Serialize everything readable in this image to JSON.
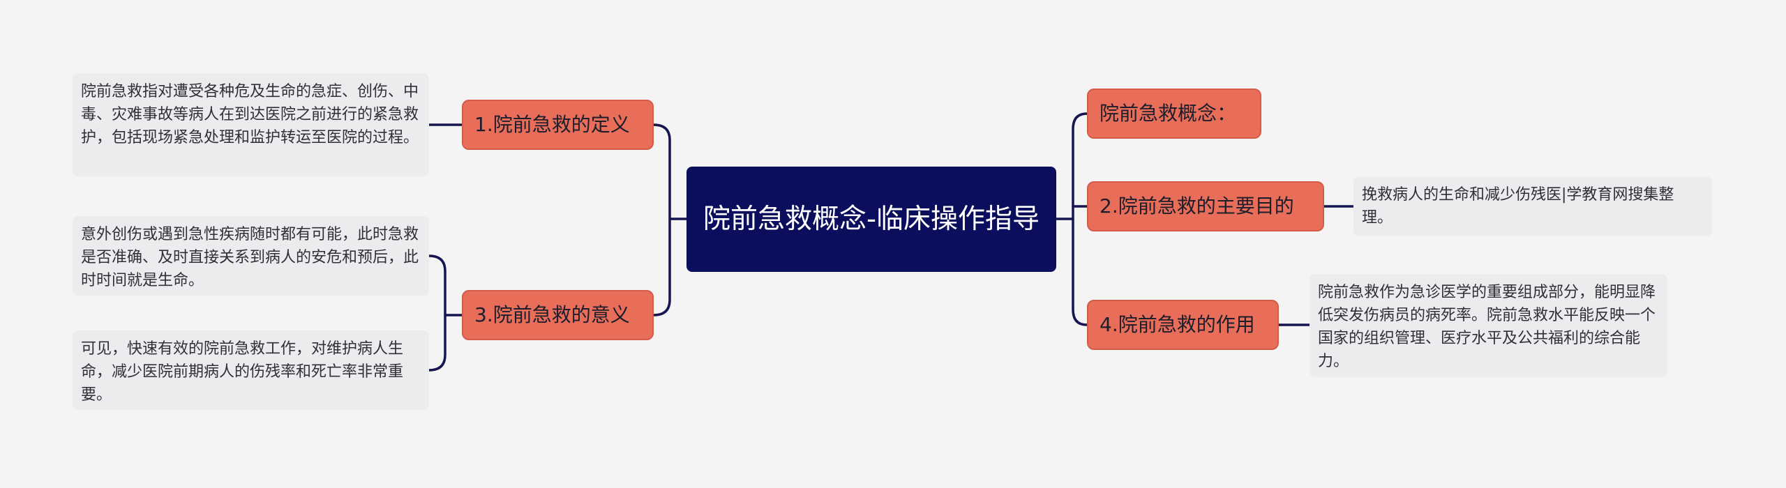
{
  "root": {
    "title": "院前急救概念-临床操作指导"
  },
  "topics": {
    "definition": {
      "label": "1.院前急救的定义"
    },
    "significance": {
      "label": "3.院前急救的意义"
    },
    "concept": {
      "label": "院前急救概念："
    },
    "purpose": {
      "label": "2.院前急救的主要目的"
    },
    "role": {
      "label": "4.院前急救的作用"
    }
  },
  "leaves": {
    "definition_text": "院前急救指对遭受各种危及生命的急症、创伤、中毒、灾难事故等病人在到达医院之前进行的紧急救护，包括现场紧急处理和监护转运至医院的过程。",
    "significance_text_1": "意外创伤或遇到急性疾病随时都有可能，此时急救是否准确、及时直接关系到病人的安危和预后，此时时间就是生命。",
    "significance_text_2": "可见，快速有效的院前急救工作，对维护病人生命，减少医院前期病人的伤残率和死亡率非常重要。",
    "purpose_text": "挽救病人的生命和减少伤残医|学教育网搜集整理。",
    "role_text": "院前急救作为急诊医学的重要组成部分，能明显降低突发伤病员的病死率。院前急救水平能反映一个国家的组织管理、医疗水平及公共福利的综合能力。"
  },
  "colors": {
    "background": "#f4f4f5",
    "root_fill": "#0b0e5c",
    "topic_fill": "#e86e5a",
    "leaf_fill": "#ececee",
    "connector": "#15154f"
  }
}
